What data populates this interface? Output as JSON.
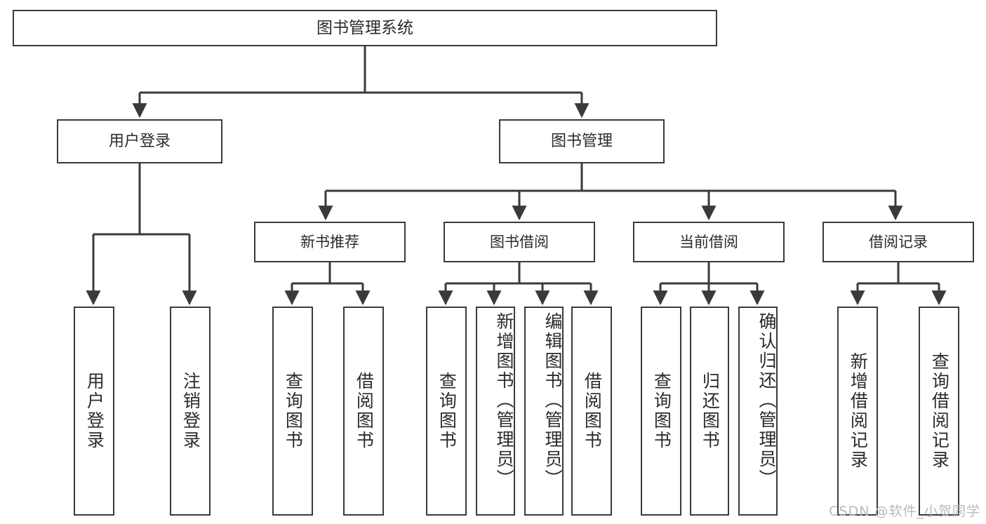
{
  "diagram": {
    "title": "图书管理系统",
    "type": "tree-hierarchy-chart",
    "watermark": "CSDN @软件_小贺同学",
    "colors": {
      "stroke": "#3a3a3a",
      "fill": "#ffffff",
      "text": "#2b2b2b",
      "watermark": "#b9b9b9"
    },
    "root": {
      "label": "图书管理系统"
    },
    "branches": [
      {
        "label": "用户登录",
        "leaves": [
          {
            "label": "用户登录"
          },
          {
            "label": "注销登录"
          }
        ]
      },
      {
        "label": "图书管理",
        "subgroups": [
          {
            "label": "新书推荐",
            "leaves": [
              {
                "label": "查询图书"
              },
              {
                "label": "借阅图书"
              }
            ]
          },
          {
            "label": "图书借阅",
            "leaves": [
              {
                "label": "查询图书"
              },
              {
                "label": "新增图书（管理员）"
              },
              {
                "label": "编辑图书（管理员）"
              },
              {
                "label": "借阅图书"
              }
            ]
          },
          {
            "label": "当前借阅",
            "leaves": [
              {
                "label": "查询图书"
              },
              {
                "label": "归还图书"
              },
              {
                "label": "确认归还（管理员）"
              }
            ]
          },
          {
            "label": "借阅记录",
            "leaves": [
              {
                "label": "新增借阅记录"
              },
              {
                "label": "查询借阅记录"
              }
            ]
          }
        ]
      }
    ]
  }
}
